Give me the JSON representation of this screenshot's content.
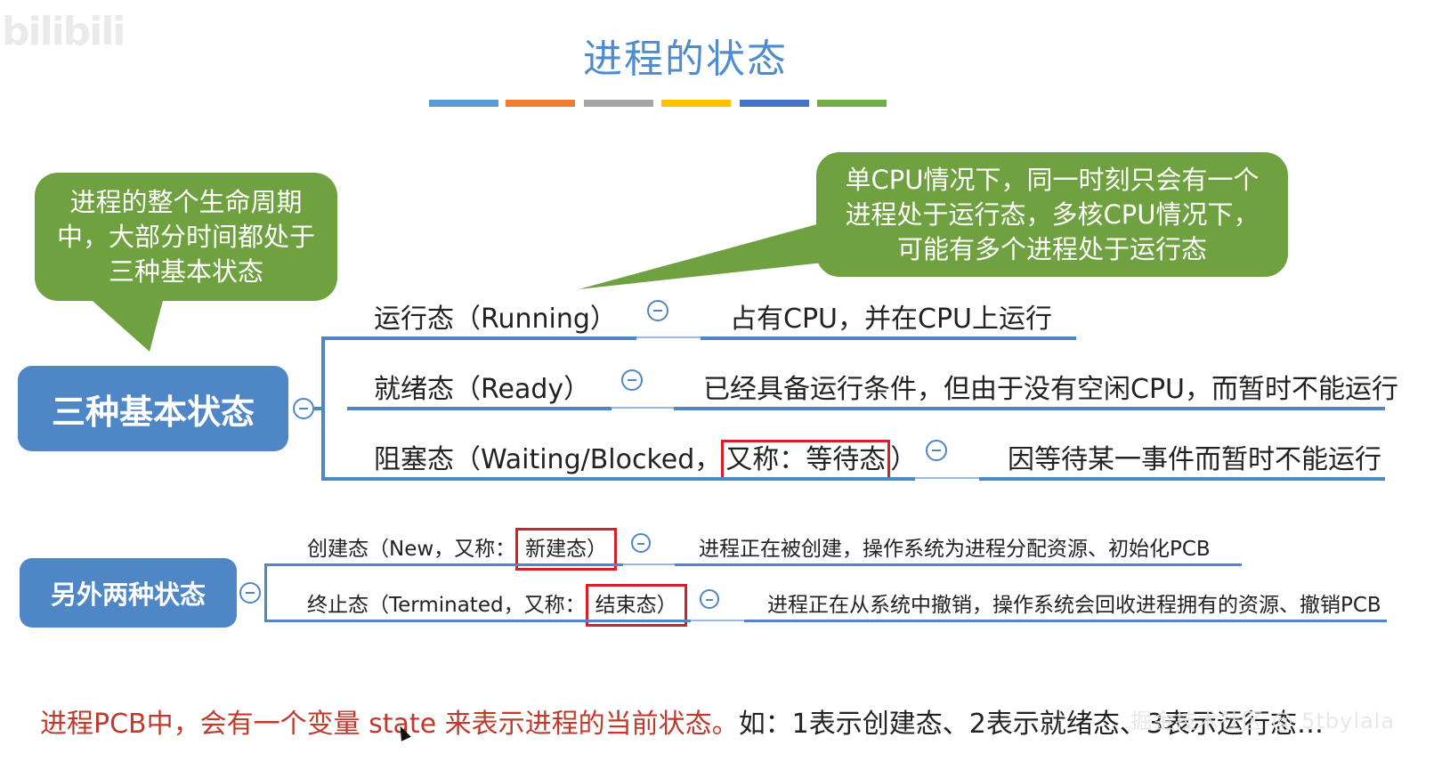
{
  "watermark_logo": "bilibili",
  "title": "进程的状态",
  "color_bar": [
    "#5b9bd5",
    "#ed7d31",
    "#a5a5a5",
    "#ffc000",
    "#4472c4",
    "#70ad47"
  ],
  "callouts": {
    "left": "进程的整个生命周期中，大部分时间都处于三种基本状态",
    "right": "单CPU情况下，同一时刻只会有一个进程处于运行态，多核CPU情况下，可能有多个进程处于运行态"
  },
  "main_node": "三种基本状态",
  "basic_states": [
    {
      "name": "运行态（Running）",
      "desc": "占有CPU，并在CPU上运行"
    },
    {
      "name": "就绪态（Ready）",
      "desc": "已经具备运行条件，但由于没有空闲CPU，而暂时不能运行"
    },
    {
      "name_prefix": "阻塞态（Waiting/Blocked，",
      "name_boxed": "又称：等待态",
      "name_suffix": "）",
      "desc": "因等待某一事件而暂时不能运行"
    }
  ],
  "other_node": "另外两种状态",
  "other_states": [
    {
      "name_prefix": "创建态（New，又称：",
      "name_boxed": "新建态）",
      "desc": "进程正在被创建，操作系统为进程分配资源、初始化PCB"
    },
    {
      "name_prefix": "终止态（Terminated，又称：",
      "name_boxed": "结束态）",
      "desc": "进程正在从系统中撤销，操作系统会回收进程拥有的资源、撤销PCB"
    }
  ],
  "bottom_note": {
    "red_part": "进程PCB中，会有一个变量 state 来表示进程的当前状态。",
    "black_part": "如：1表示创建态、2表示就绪态、3表示运行态…"
  },
  "site_watermark": "掘金技术社区 @ 5tbylala"
}
